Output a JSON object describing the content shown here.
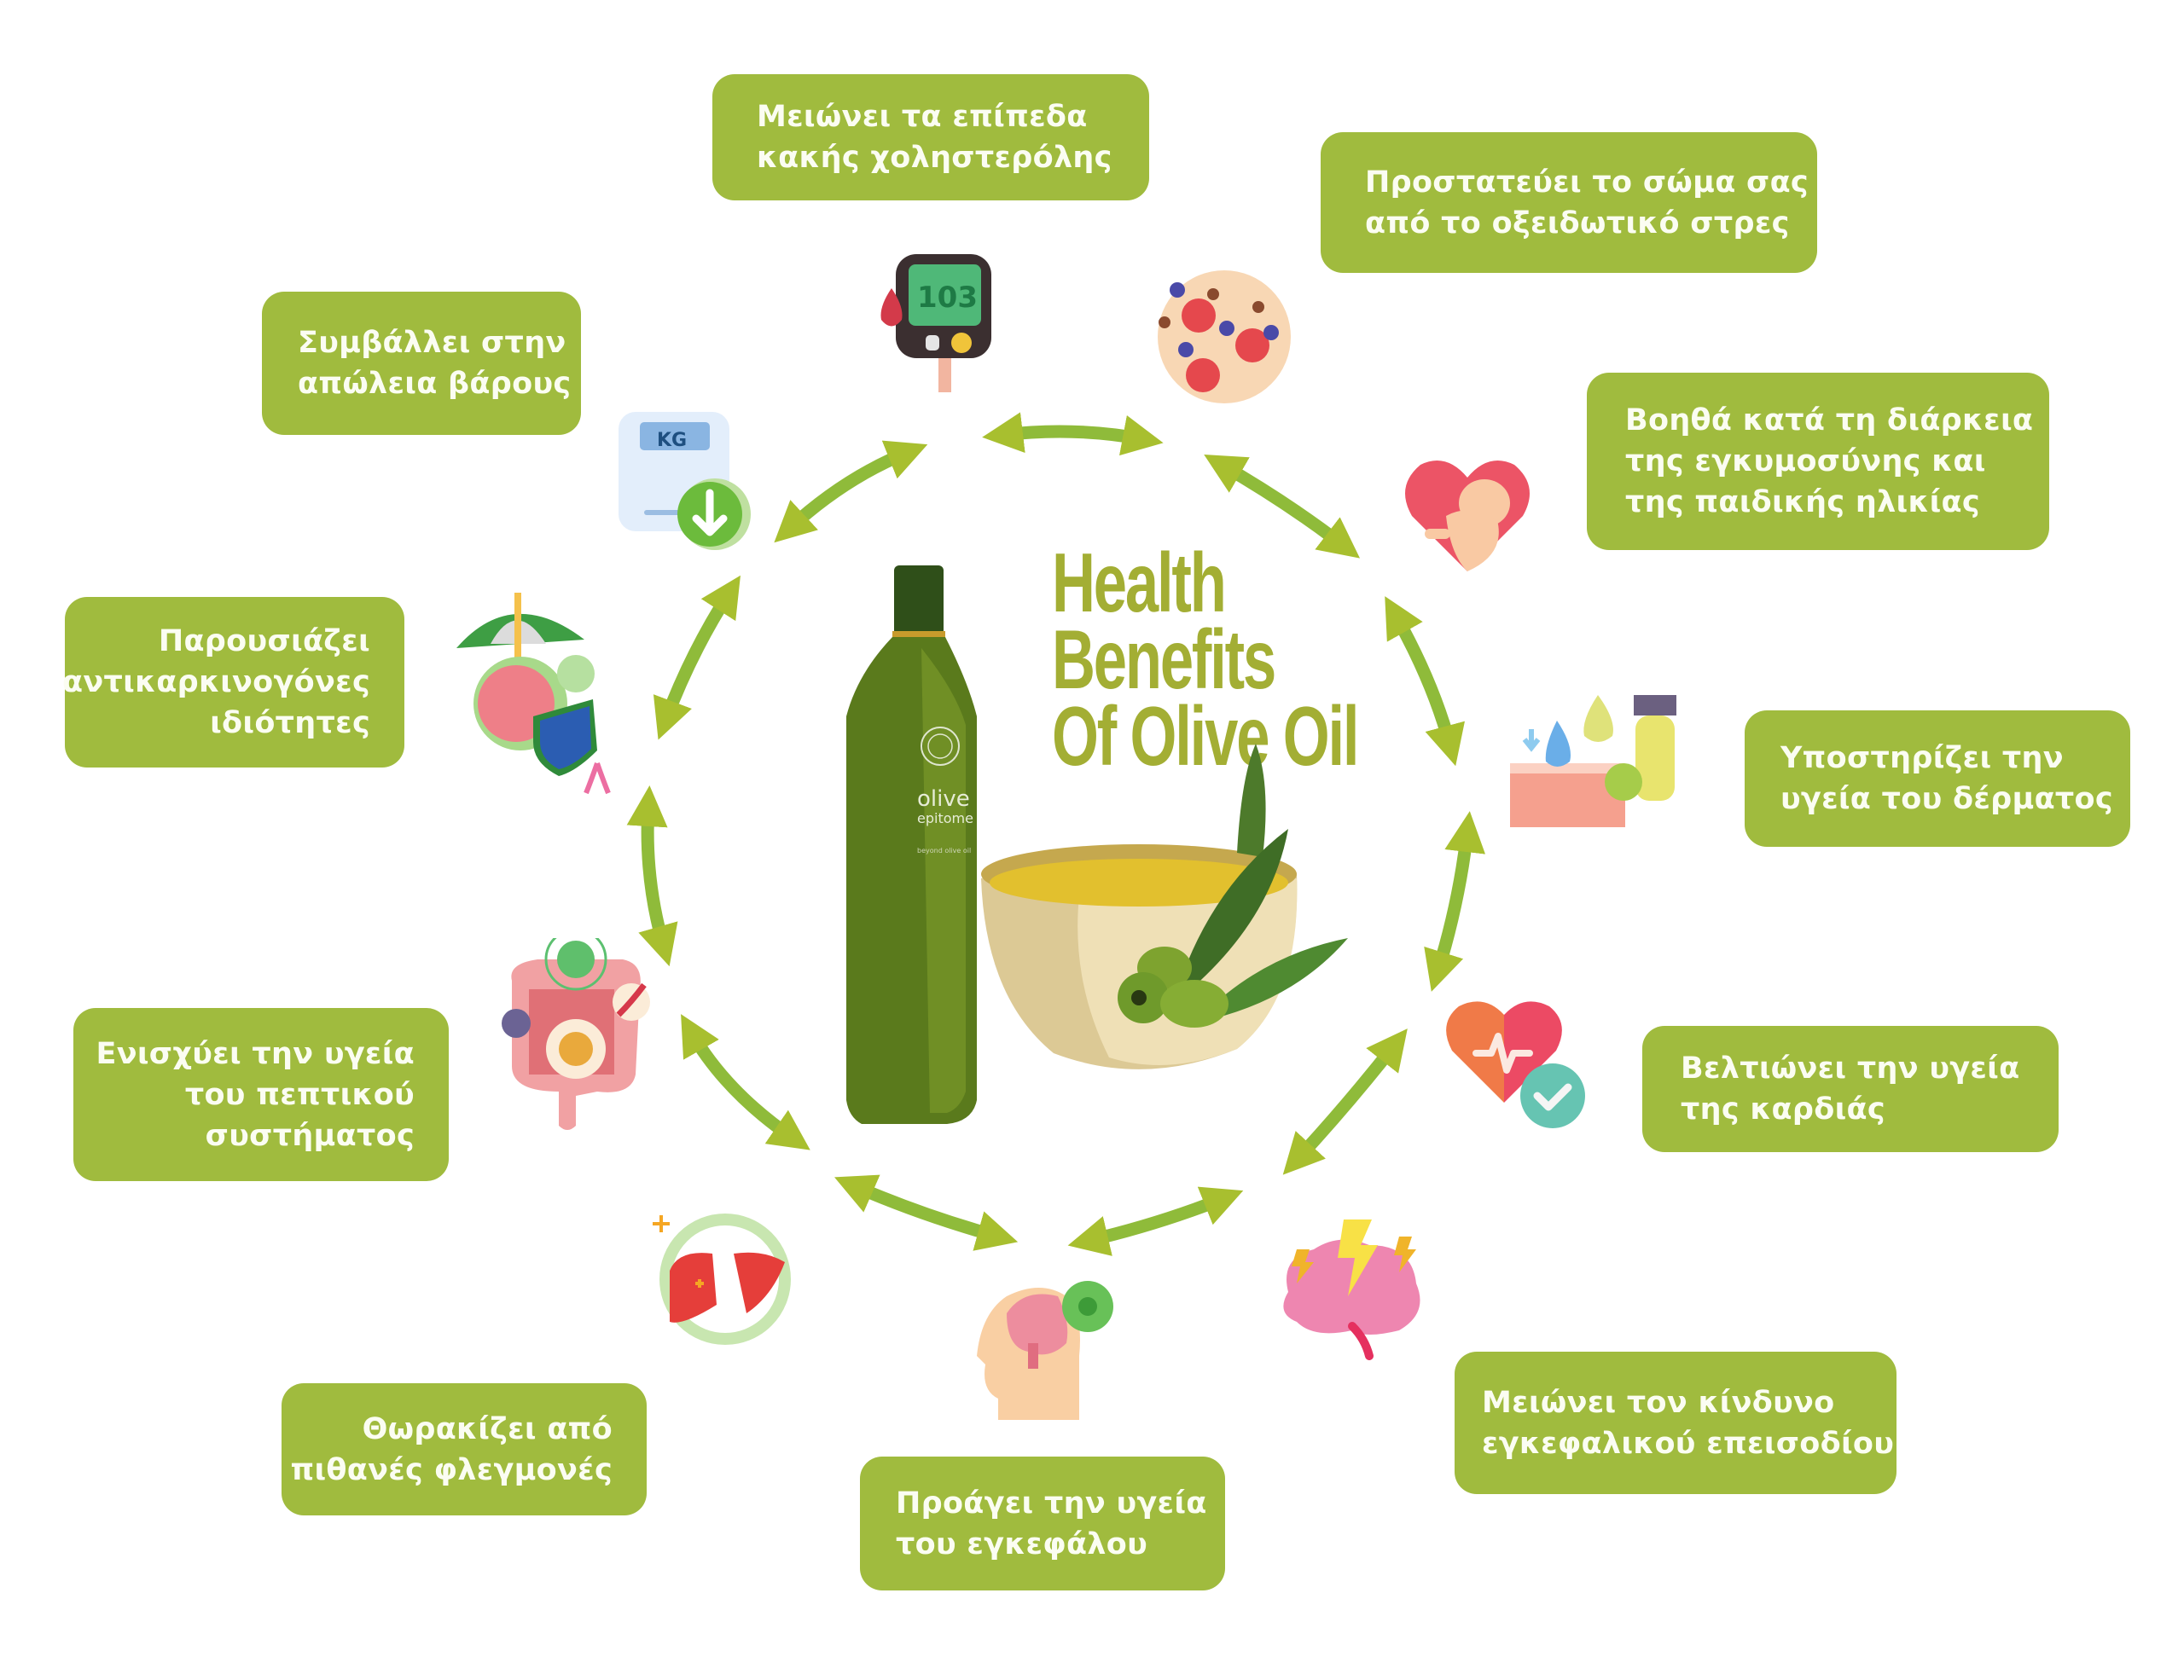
{
  "title": {
    "lines": [
      "Health",
      "Benefits",
      "Of Olive Oil"
    ]
  },
  "bottle": {
    "brand": "olive",
    "brand_sub": "epitome",
    "tagline": "beyond olive oil"
  },
  "colors": {
    "box_bg": "#a0bb3e",
    "box_text": "#fbfdf2",
    "title": "#a3ae34",
    "arrow": "#8fbb3a",
    "bottle": "#5a7a1c"
  },
  "benefits": [
    {
      "id": "cholesterol",
      "icon": "glucose-meter-icon",
      "meter_reading": "103",
      "lines": [
        "Μειώνει τα επίπεδα",
        "κακής χοληστερόλης"
      ]
    },
    {
      "id": "oxidative-stress",
      "icon": "free-radicals-icon",
      "lines": [
        "Προστατεύει το σώμα σας",
        "από το οξειδωτικό στρες"
      ]
    },
    {
      "id": "pregnancy",
      "icon": "fetus-heart-icon",
      "lines": [
        "Βοηθά κατά τη διάρκεια",
        "της εγκυμοσύνης και",
        "της παιδικής ηλικίας"
      ]
    },
    {
      "id": "skin",
      "icon": "skin-care-icon",
      "lines": [
        "Υποστηρίζει την",
        "υγεία του δέρματος"
      ]
    },
    {
      "id": "heart",
      "icon": "heart-check-icon",
      "lines": [
        "Βελτιώνει την υγεία",
        "της καρδιάς"
      ]
    },
    {
      "id": "stroke",
      "icon": "brain-lightning-icon",
      "lines": [
        "Μειώνει τον κίνδυνο",
        "εγκεφαλικού επεισοδίου"
      ]
    },
    {
      "id": "brain",
      "icon": "head-brain-gear-icon",
      "lines": [
        "Προάγει την υγεία",
        "του εγκεφάλου"
      ]
    },
    {
      "id": "inflammation",
      "icon": "liver-cycle-icon",
      "lines": [
        "Θωρακίζει από",
        "πιθανές φλεγμονές"
      ]
    },
    {
      "id": "digestive",
      "icon": "intestine-icon",
      "lines": [
        "Ενισχύει την υγεία",
        "του πεπτικού",
        "συστήματος"
      ]
    },
    {
      "id": "anticancer",
      "icon": "umbrella-shield-cell-icon",
      "lines": [
        "Παρουσιάζει",
        "αντικαρκινογόνες",
        "ιδιότητες"
      ]
    },
    {
      "id": "weight-loss",
      "icon": "scale-down-icon",
      "scale_label": "KG",
      "lines": [
        "Συμβάλλει στην",
        "απώλεια βάρους"
      ]
    }
  ]
}
